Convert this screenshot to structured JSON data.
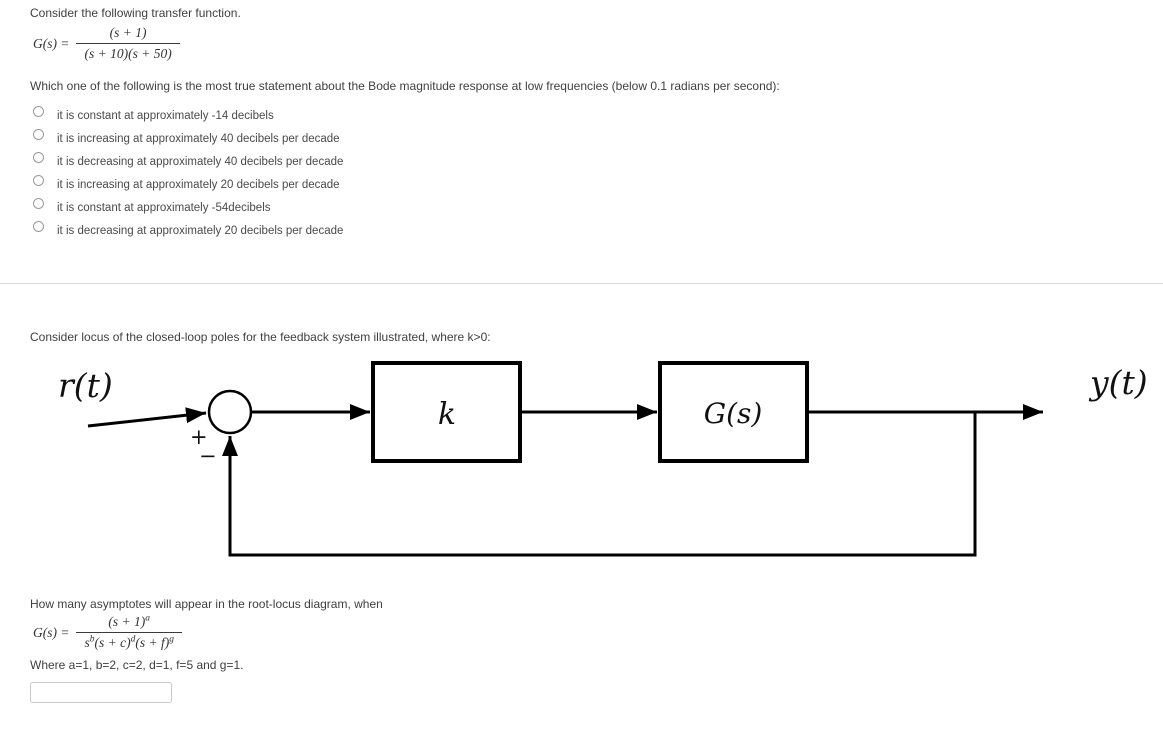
{
  "q1": {
    "intro": "Consider the following transfer function.",
    "formula": {
      "lhs": "G(s) =",
      "numerator": "(s + 1)",
      "denominator": "(s + 10)(s + 50)"
    },
    "question": "Which one of the following is the most true statement about the Bode magnitude response at low frequencies (below 0.1 radians per second):",
    "options": [
      "it is constant at approximately -14 decibels",
      "it is increasing at approximately 40 decibels per decade",
      "it is decreasing at approximately 40 decibels per decade",
      "it is increasing at approximately 20 decibels per decade",
      "it is constant at approximately -54decibels",
      "it is decreasing at approximately 20 decibels per decade"
    ]
  },
  "q2": {
    "intro": "Consider locus of the closed-loop poles for the feedback system illustrated, where k>0:",
    "diagram": {
      "input_label": "r(t)",
      "output_label": "y(t)",
      "gain_label": "k",
      "plant_label": "G(s)",
      "sum_plus": "+",
      "sum_minus": "−"
    }
  },
  "q3": {
    "question": "How many asymptotes will appear in the root-locus diagram, when",
    "formula": {
      "lhs": "G(s) =",
      "num_base": "(s + 1)",
      "num_exp": "a",
      "den_1": "s",
      "den_1_exp": "b",
      "den_2": "(s + c)",
      "den_2_exp": "d",
      "den_3": "(s + f)",
      "den_3_exp": "g"
    },
    "params": "Where a=1, b=2, c=2, d=1, f=5 and g=1.",
    "answer_value": ""
  }
}
